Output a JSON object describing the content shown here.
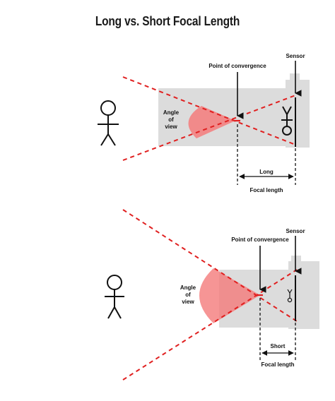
{
  "title": "Long vs. Short Focal Length",
  "colors": {
    "ray": "#e02020",
    "camera_body": "#d9d9d9",
    "angle_fill": "#f47b7b",
    "line": "#111111"
  },
  "diagrams": {
    "long": {
      "angle_label": [
        "Angle",
        "of",
        "view"
      ],
      "convergence_label": "Point of convergence",
      "sensor_label": "Sensor",
      "length_label": "Long",
      "focal_label": "Focal length"
    },
    "short": {
      "angle_label": [
        "Angle",
        "of",
        "view"
      ],
      "convergence_label": "Point of convergence",
      "sensor_label": "Sensor",
      "length_label": "Short",
      "focal_label": "Focal length"
    }
  }
}
